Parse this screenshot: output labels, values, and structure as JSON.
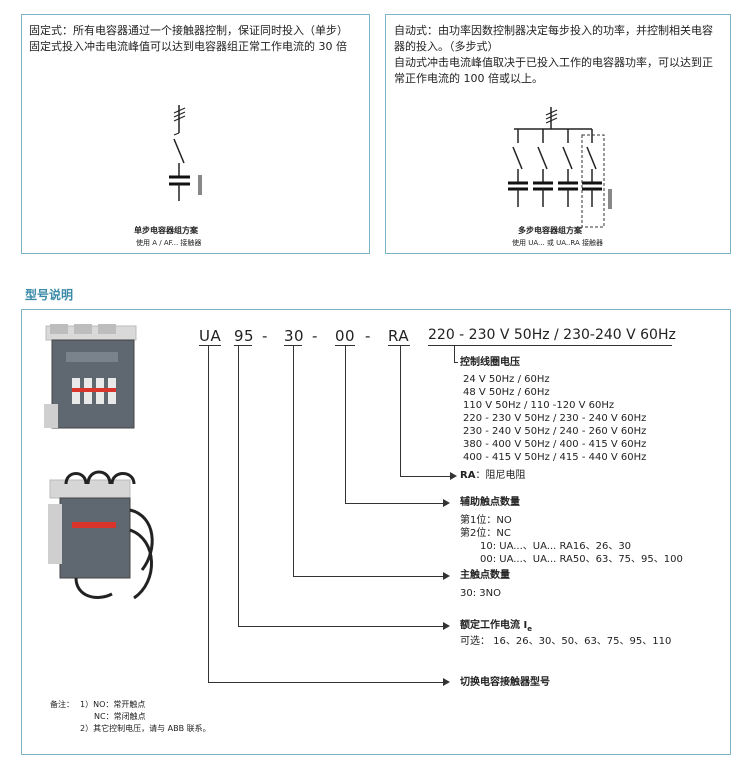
{
  "fixed": {
    "line1": "固定式：所有电容器通过一个接触器控制，保证同时投入（单步）",
    "line2": "固定式投入冲击电流峰值可以达到电容器组正常工作电流的 30 倍",
    "caption1": "单步电容器组方案",
    "caption2": "使用 A / AF... 接触器"
  },
  "auto": {
    "line1": "自动式：由功率因数控制器决定每步投入的功率，并控制相关电容",
    "line2": "器的投入。（多步式）",
    "line3": "自动式冲击电流峰值取决于已投入工作的电容器功率，可以达到正",
    "line4": "常正作电流的 100 倍或以上。",
    "caption1": "多步电容器组方案",
    "caption2": "使用 UA... 或 UA..RA  接触器"
  },
  "section_title": "型号说明",
  "code": {
    "ua": "UA",
    "current": "95",
    "d1": "-",
    "main": "30",
    "d2": "-",
    "aux": "00",
    "d3": "-",
    "ra": "RA",
    "voltage": "220 - 230 V 50Hz / 230-240 V 60Hz"
  },
  "coil": {
    "title": "控制线圈电压",
    "options": [
      "24 V  50Hz / 60Hz",
      "48 V  50Hz / 60Hz",
      "110 V  50Hz / 110 -120 V 60Hz",
      "220 - 230 V  50Hz / 230 - 240 V 60Hz",
      "230 - 240 V  50Hz / 240 - 260 V 60Hz",
      "380 - 400 V  50Hz / 400 - 415 V 60Hz",
      "400 - 415 V  50Hz / 415 - 440 V 60Hz"
    ],
    "ra_key": "RA",
    "ra_desc": "：阻尼电阻"
  },
  "aux_contacts": {
    "title": "辅助触点数量",
    "pos1": "第1位：NO",
    "pos2": "第2位：NC",
    "opt10": "10:  UA...、UA... RA16、26、30",
    "opt00": "00:  UA...、UA... RA50、63、75、95、100"
  },
  "main_contacts": {
    "title": "主触点数量",
    "value": "30:  3NO"
  },
  "rated_current": {
    "title": "额定工作电流 I",
    "sub": "e",
    "values": "可选：  16、26、30、50、63、75、95、110"
  },
  "type_label": "切换电容接触器型号",
  "notes": {
    "label": "备注：",
    "n1": "1）NO：常开触点",
    "n1b": "NC：常闭触点",
    "n2": "2）其它控制电压，请与 ABB 联系。"
  },
  "colors": {
    "panel_border": "#7fb4c8",
    "heading": "#3a8aa8",
    "contactor_red": "#d8342c"
  }
}
